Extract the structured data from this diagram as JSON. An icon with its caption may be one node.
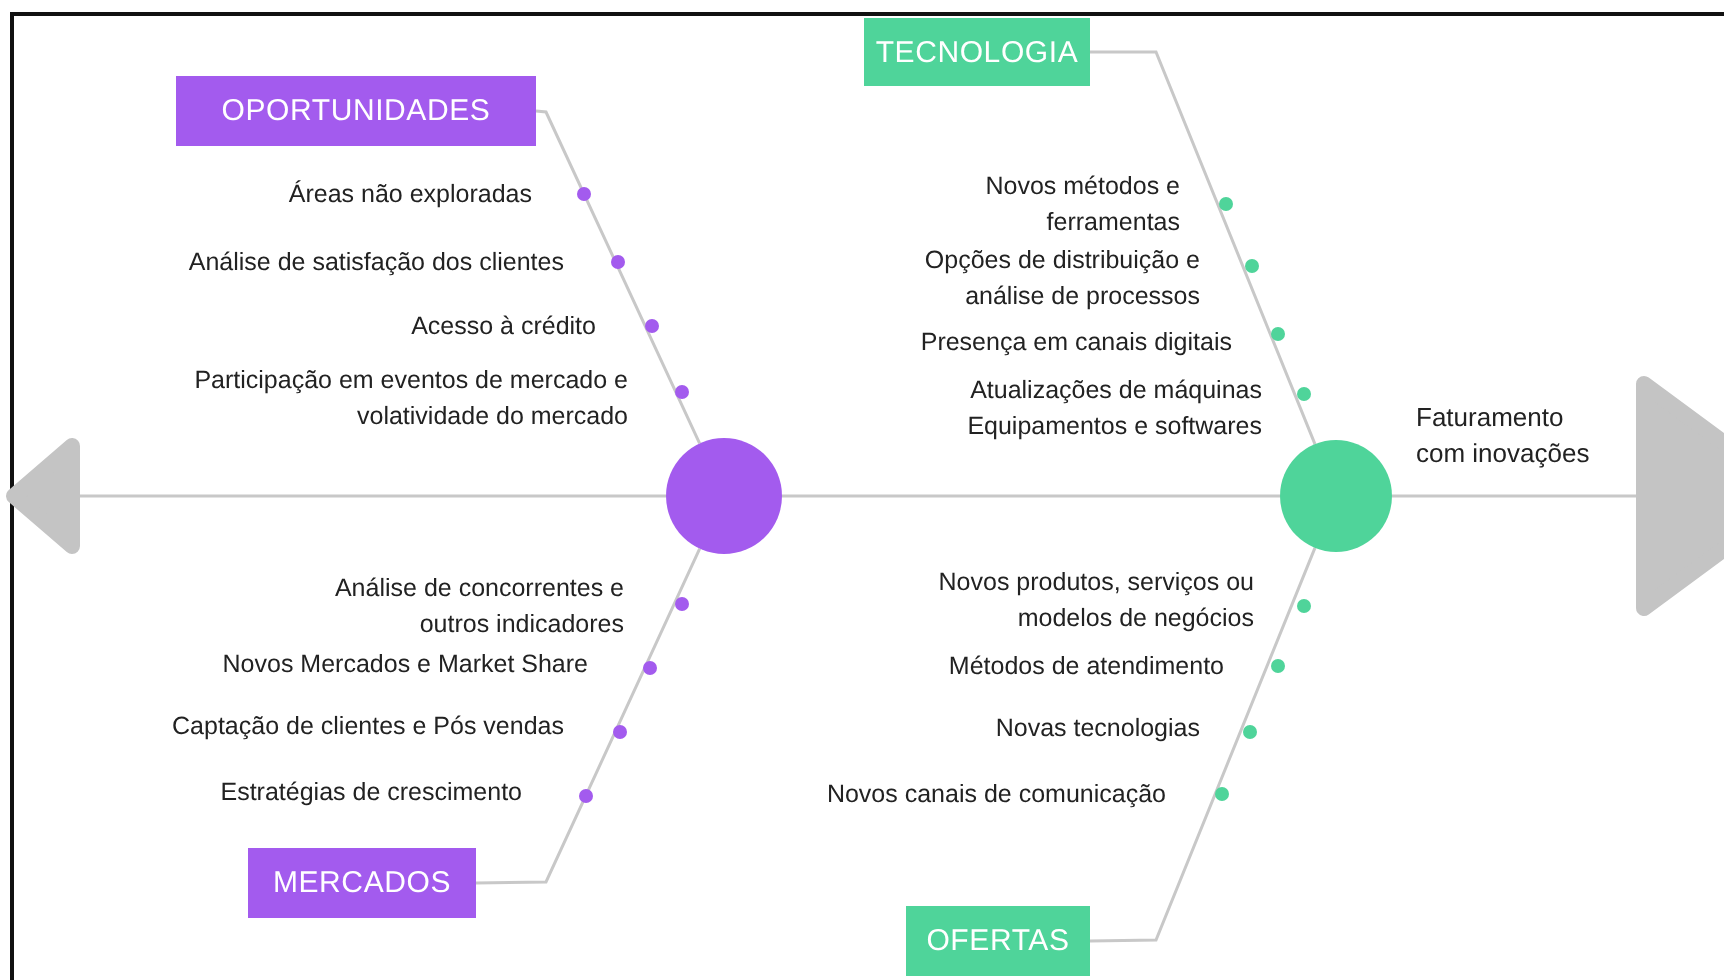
{
  "diagram": {
    "nodes": [
      {
        "text": [
          "OPORTUNIDADES"
        ]
      },
      {
        "text": [
          "TECNOLOGIA"
        ]
      },
      {
        "text": [],
        "shape": "chevron"
      },
      {
        "text": [],
        "shape": "circle"
      },
      {
        "text": [],
        "shape": "circle"
      },
      {
        "text": [
          "Faturamento com inovações"
        ]
      },
      {
        "text": [],
        "shape": "chevron"
      },
      {
        "text": [
          "MERCADOS"
        ]
      },
      {
        "text": [
          "OFERTAS"
        ]
      }
    ],
    "edges": [
      {
        "from": 0,
        "to": 3,
        "arrow": "none"
      },
      {
        "from": 1,
        "to": 4,
        "arrow": "none"
      },
      {
        "from": 2,
        "to": 3,
        "arrow": "none"
      },
      {
        "from": 3,
        "to": 4,
        "arrow": "none"
      },
      {
        "from": 4,
        "to": 6,
        "arrow": "none"
      },
      {
        "from": 7,
        "to": 3,
        "arrow": "none"
      },
      {
        "from": 8,
        "to": 4,
        "arrow": "none"
      }
    ],
    "labels": [
      "Áreas não exploradas",
      "Novos métodos e ferramentas",
      "Opções de distribuição e análise de processos",
      "Análise de satisfação dos clientes",
      "Acesso à crédito",
      "Presença em canais digitais",
      "Participação em eventos de mercado e volatividade do mercado",
      "Atualizações de máquinas Equipamentos e softwares",
      "Análise de concorrentes e outros indicadores",
      "Novos produtos, serviços ou modelos de negócios",
      "Novos Mercados e Market Share",
      "Métodos de atendimento",
      "Captação de clientes e Pós vendas",
      "Novas tecnologias",
      "Estratégias de crescimento",
      "Novos canais de comunicação"
    ]
  }
}
